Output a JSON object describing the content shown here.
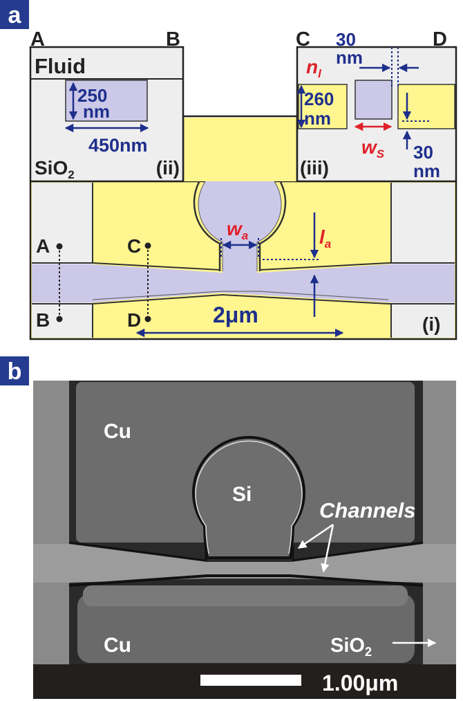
{
  "panel_a": {
    "tag": "a",
    "points": {
      "A": "A",
      "B": "B",
      "C": "C",
      "D": "D"
    },
    "fluid": "Fluid",
    "oxide_base": "SiO",
    "oxide_sub": "2",
    "roman_ii": "(ii)",
    "roman_iii": "(iii)",
    "roman_i": "(i)",
    "dim_250a": "250",
    "dim_250b": "nm",
    "dim_450": "450nm",
    "dim_260a": "260",
    "dim_260b": "nm",
    "dim_30top_a": "30",
    "dim_30top_b": "nm",
    "dim_30bot_a": "30",
    "dim_30bot_b": "nm",
    "n_base": "n",
    "n_sub": "l",
    "ws_base": "w",
    "ws_sub": "S",
    "wa_base": "w",
    "wa_sub": "a",
    "la_base": "l",
    "la_sub": "a",
    "len_2um": "2μm"
  },
  "panel_b": {
    "tag": "b",
    "cu_top": "Cu",
    "cu_bottom": "Cu",
    "si": "Si",
    "channels": "Channels",
    "oxide_base": "SiO",
    "oxide_sub": "2",
    "scale": "1.00μm"
  },
  "colors": {
    "tag_bg": "#243b8f",
    "copper": "#fff68f",
    "silicon": "#ccc8e8",
    "oxide": "#eeeeee",
    "dimension": "#1e2f8c",
    "symbol": "#e0202a"
  }
}
